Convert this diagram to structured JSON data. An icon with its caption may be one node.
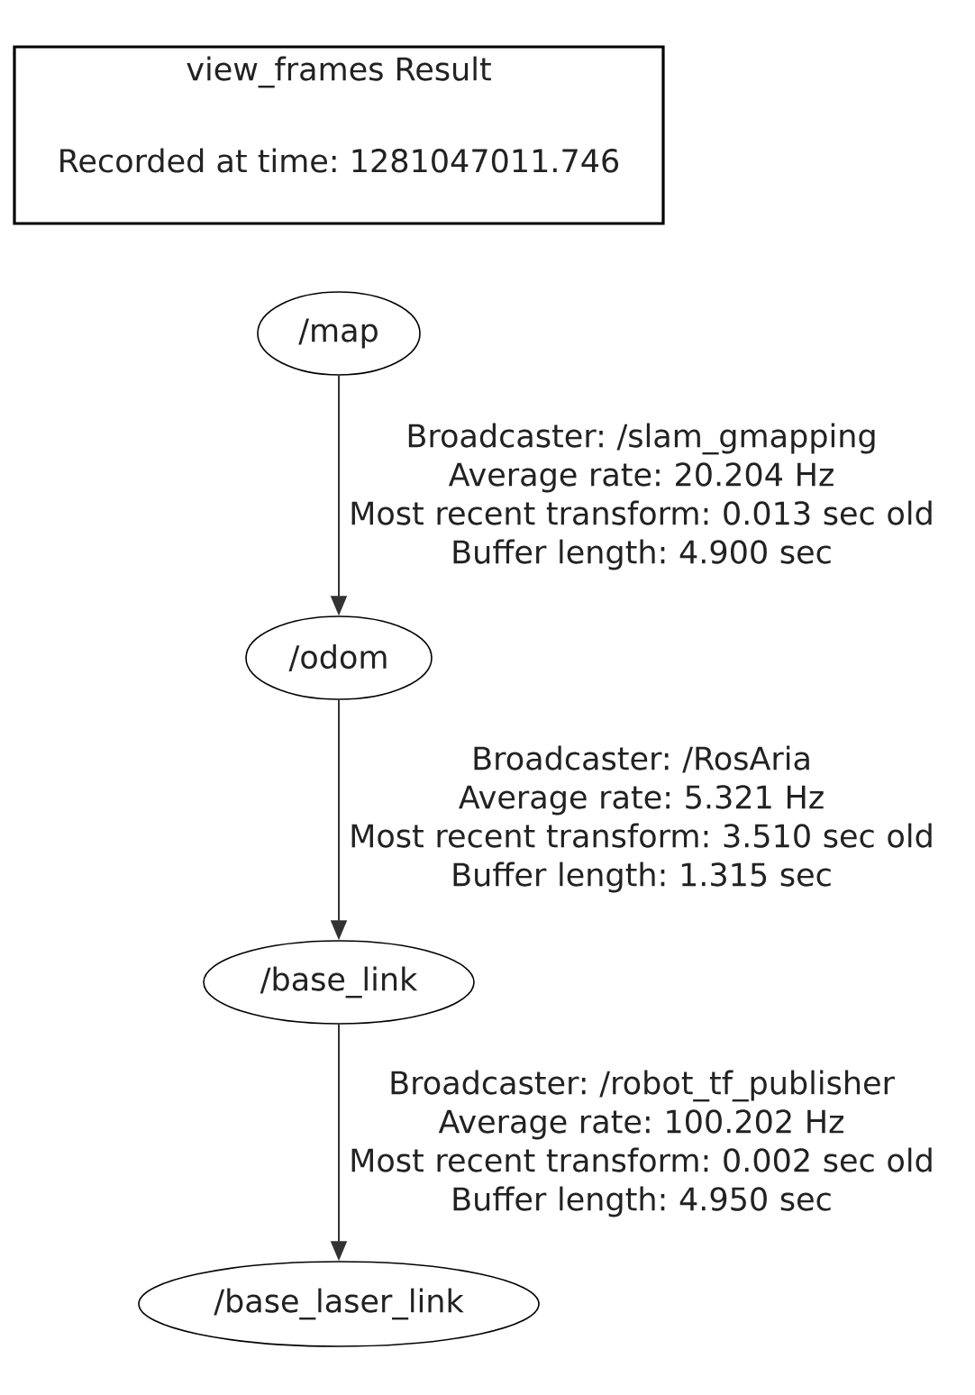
{
  "diagram": {
    "nodes": [
      {
        "text": [
          "view_frames Result",
          "Recorded at time: 1281047011.746"
        ]
      },
      {
        "text": [
          "/map"
        ]
      },
      {
        "text": [
          "/odom"
        ]
      },
      {
        "text": [
          "/base_link"
        ]
      },
      {
        "text": [
          "/base_laser_link"
        ]
      }
    ],
    "edges": [
      {
        "from": 1,
        "to": 2,
        "arrow": "to",
        "label": "Broadcaster: /slam_gmapping Average rate: 20.204 Hz Most recent transform: 0.013 sec old Buffer length: 4.900 sec"
      },
      {
        "from": 2,
        "to": 3,
        "arrow": "to",
        "label": "Broadcaster: /RosAria Average rate: 5.321 Hz Most recent transform: 3.510 sec old Buffer length: 1.315 sec"
      },
      {
        "from": 3,
        "to": 4,
        "arrow": "to",
        "label": "Broadcaster: /robot_tf_publisher Average rate: 100.202 Hz Most recent transform: 0.002 sec old Buffer length: 4.950 sec"
      }
    ]
  }
}
